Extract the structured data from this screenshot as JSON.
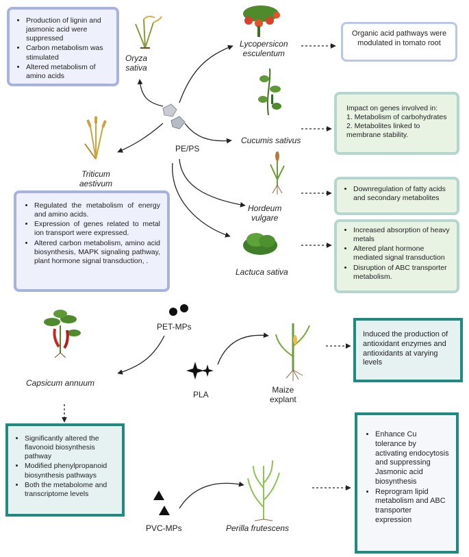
{
  "sources": {
    "pe_ps": "PE/PS",
    "pet_mps": "PET-MPs",
    "pla": "PLA",
    "pvc_mps": "PVC-MPs"
  },
  "plants": {
    "oryza": [
      "Oryza",
      "sativa"
    ],
    "lycopersicon": [
      "Lycopersicon",
      "esculentum"
    ],
    "cucumis": "Cucumis sativus",
    "triticum": [
      "Triticum",
      "aestivum"
    ],
    "hordeum": [
      "Hordeum",
      "vulgare"
    ],
    "lactuca": "Lactuca sativa",
    "capsicum": "Capsicum annuum",
    "maize": [
      "Maize",
      "explant"
    ],
    "perilla": "Perilla frutescens"
  },
  "boxes": {
    "oryza_effects": [
      "Production of lignin and jasmonic acid were suppressed",
      "Carbon metabolism was stimulated",
      "Altered metabolism of amino acids"
    ],
    "tomato_effect": "Organic acid pathways were modulated in tomato root",
    "cucumis_effect": {
      "intro": "Impact on genes involved in:",
      "items": [
        "1. Metabolism of carbohydrates",
        "2. Metabolites linked to membrane stability."
      ]
    },
    "hordeum_effects": [
      "Downregulation of fatty acids and secondary metabolites"
    ],
    "lactuca_effects": [
      "Increased absorption of heavy metals",
      "Altered plant hormone mediated signal transduction",
      "Disruption of ABC transporter metabolism."
    ],
    "triticum_effects": [
      "Regulated the metabolism of energy and amino acids.",
      "Expression of genes related to metal ion transport were expressed.",
      "Altered carbon metabolism, amino acid biosynthesis, MAPK signaling pathway, plant hormone signal transduction, ."
    ],
    "maize_effect": "Induced the production of antioxidant enzymes and antioxidants at varying levels",
    "capsicum_effects": [
      "Significantly altered the flavonoid biosynthesis pathway",
      "Modified phenylpropanoid biosynthesis pathways",
      "Both the metabolome and transcriptome levels"
    ],
    "perilla_effects": [
      "Enhance Cu tolerance by activating endocytosis and suppressing Jasmonic acid biosynthesis",
      "Reprogram lipid metabolism and ABC transporter expression"
    ]
  },
  "colors": {
    "blue_border": "#a8b2de",
    "green_border": "#b5d6ce",
    "teal_border": "#1f8a80",
    "arrow": "#222222"
  }
}
